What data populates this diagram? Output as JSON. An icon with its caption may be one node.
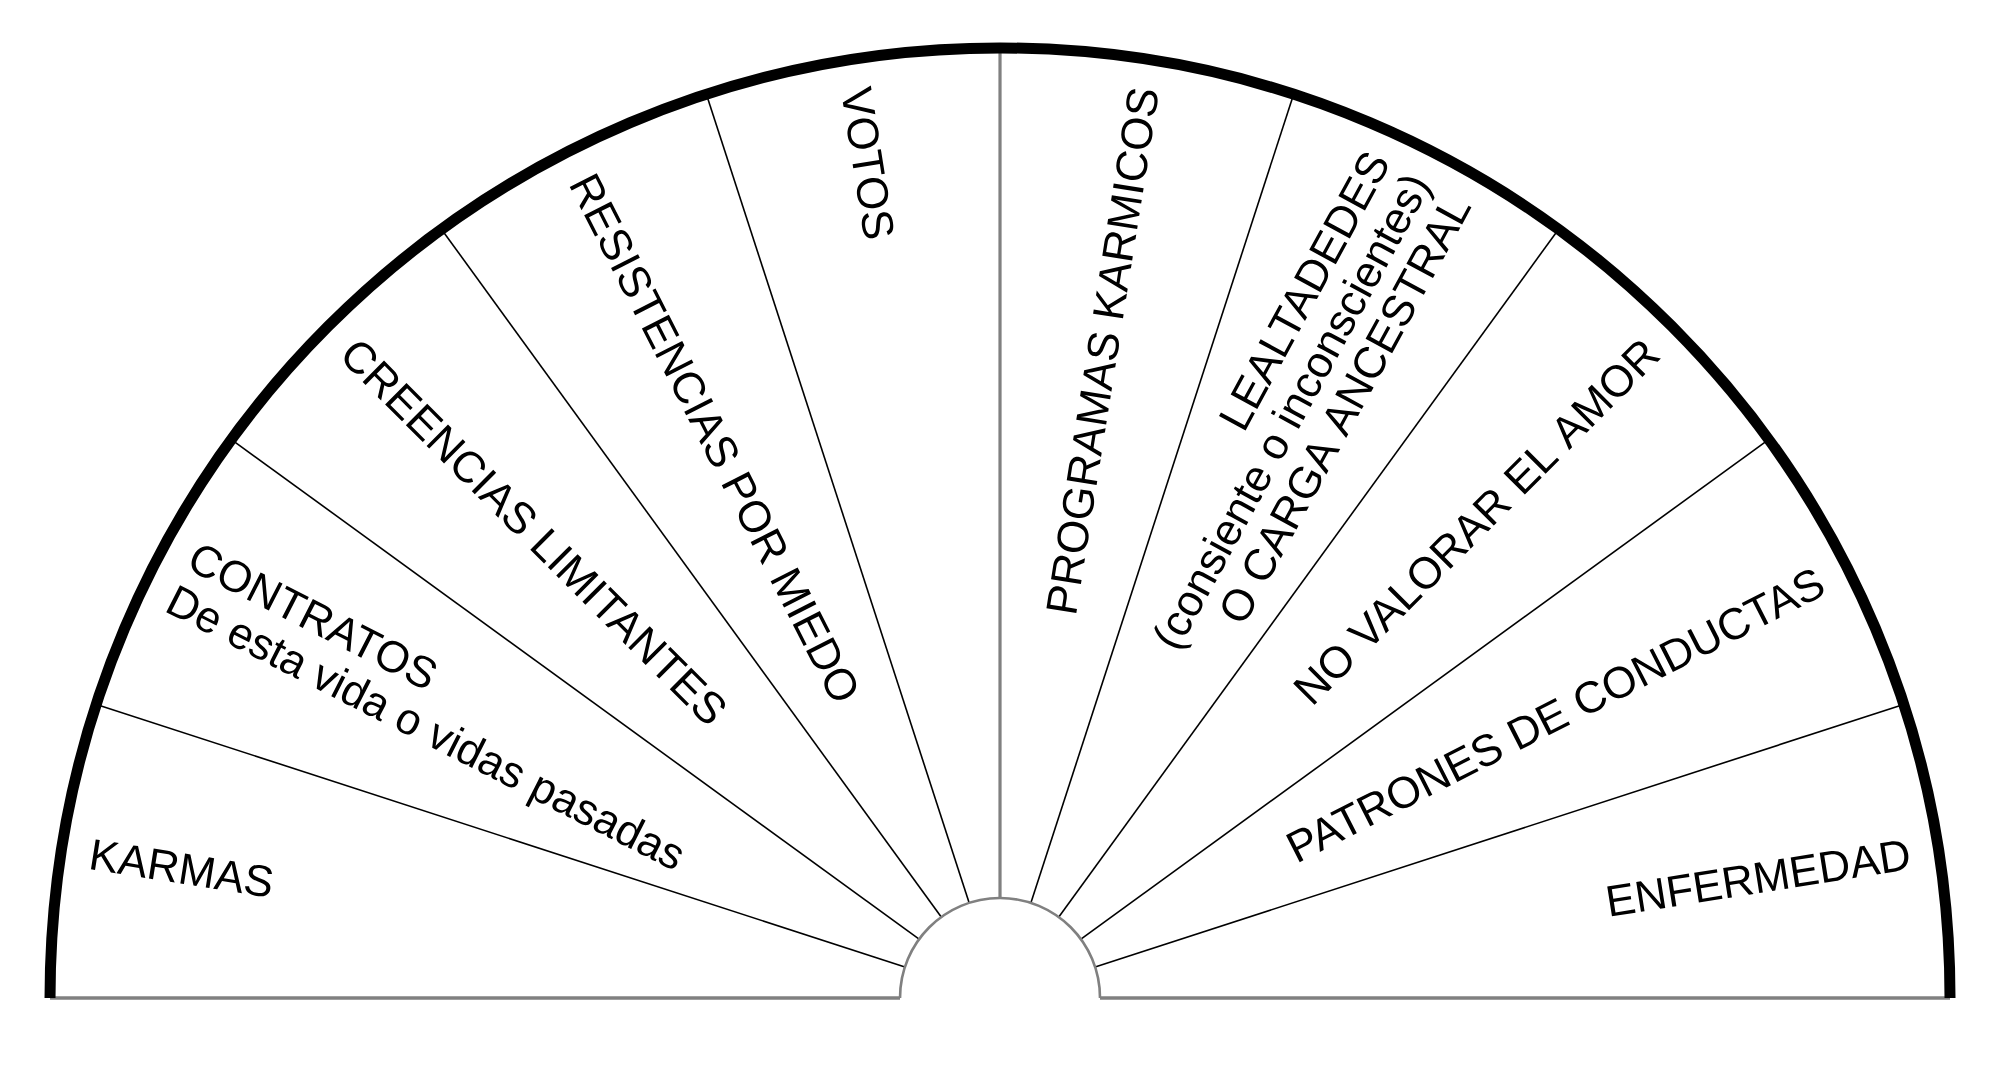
{
  "diagram": {
    "nodes": [
      {
        "text": [
          "KARMAS"
        ]
      },
      {
        "text": [
          "CONTRATOS",
          "De esta vida o vidas pasadas"
        ]
      },
      {
        "text": [
          "CREENCIAS LIMITANTES"
        ]
      },
      {
        "text": [
          "RESISTENCIAS POR MIEDO"
        ]
      },
      {
        "text": [
          "VOTOS"
        ]
      },
      {
        "text": [
          "PROGRAMAS KARMICOS"
        ]
      },
      {
        "text": [
          "LEALTADEDES",
          "(consiente o inconscientes)",
          "O CARGA ANCESTRAL"
        ]
      },
      {
        "text": [
          "NO VALORAR EL AMOR"
        ]
      },
      {
        "text": [
          "PATRONES DE CONDUCTAS"
        ]
      },
      {
        "text": [
          "ENFERMEDAD"
        ]
      }
    ]
  }
}
